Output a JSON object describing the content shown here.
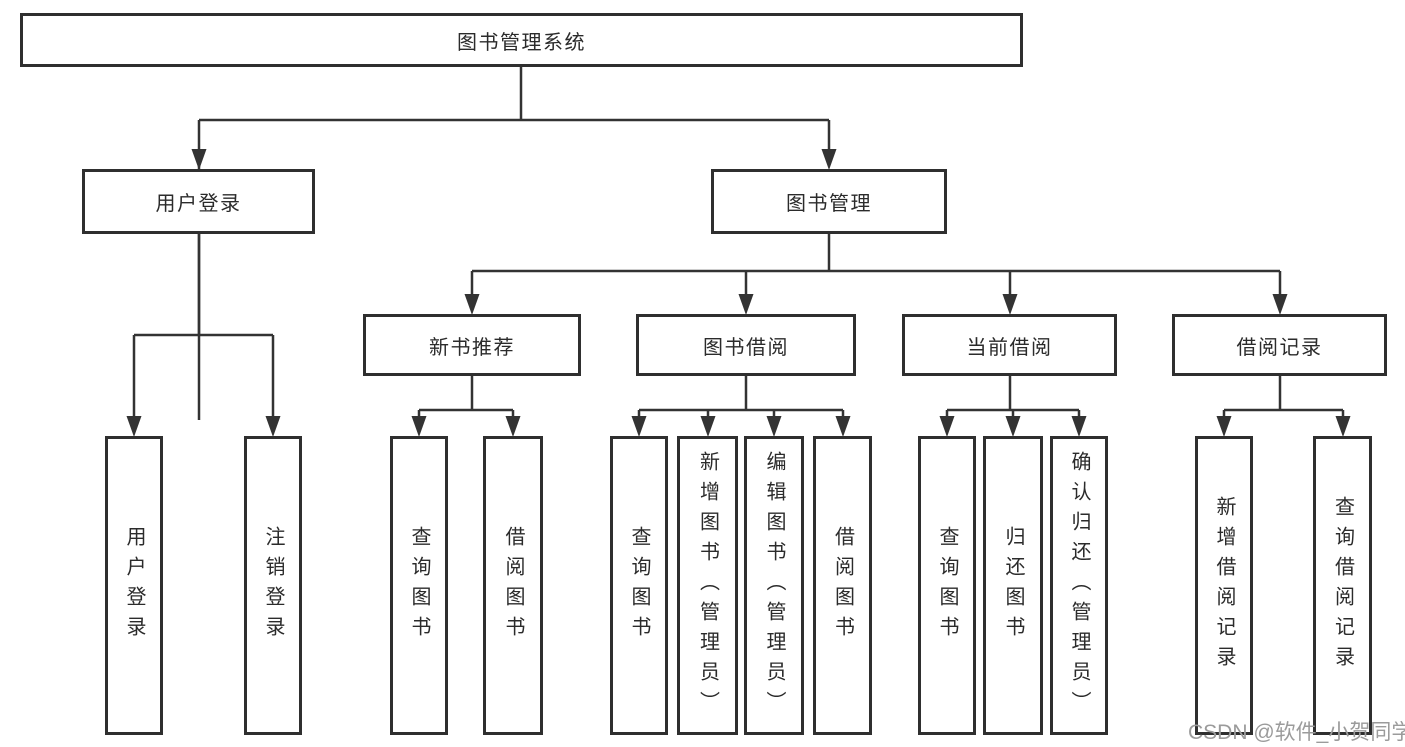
{
  "colors": {
    "background": "#ffffff",
    "line": "#333333",
    "box_border": "#2f2f2f",
    "text": "#2b2b2b",
    "watermark": "#9b9b9b"
  },
  "tree": {
    "root": {
      "label": "图书管理系统",
      "children": [
        {
          "label": "用户登录",
          "children": [
            {
              "label": "用户登录"
            },
            {
              "label": "注销登录"
            }
          ]
        },
        {
          "label": "图书管理",
          "children": [
            {
              "label": "新书推荐",
              "children": [
                {
                  "label": "查询图书"
                },
                {
                  "label": "借阅图书"
                }
              ]
            },
            {
              "label": "图书借阅",
              "children": [
                {
                  "label": "查询图书"
                },
                {
                  "label": "新增图书（管理员）"
                },
                {
                  "label": "编辑图书（管理员）"
                },
                {
                  "label": "借阅图书"
                }
              ]
            },
            {
              "label": "当前借阅",
              "children": [
                {
                  "label": "查询图书"
                },
                {
                  "label": "归还图书"
                },
                {
                  "label": "确认归还（管理员）"
                }
              ]
            },
            {
              "label": "借阅记录",
              "children": [
                {
                  "label": "新增借阅记录"
                },
                {
                  "label": "查询借阅记录"
                }
              ]
            }
          ]
        }
      ]
    }
  },
  "watermark": {
    "text": "CSDN @软件_小贺同学"
  }
}
